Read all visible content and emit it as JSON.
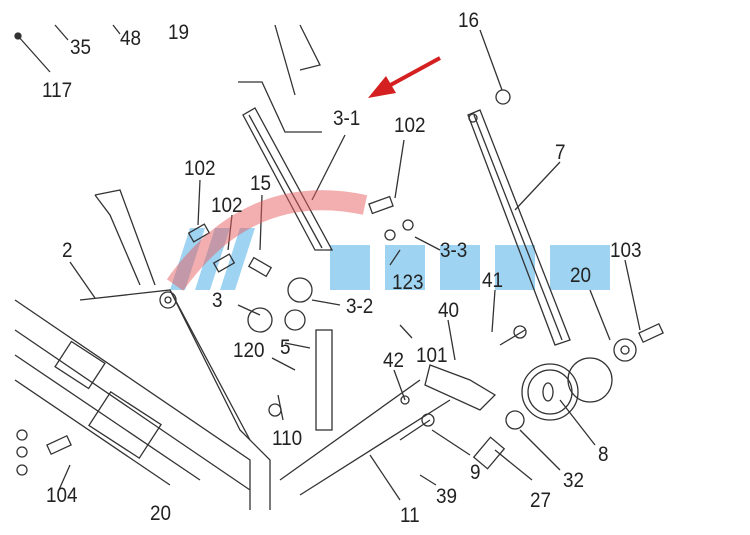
{
  "diagram": {
    "part_labels": [
      "35",
      "48",
      "19",
      "117",
      "16",
      "3-1",
      "102",
      "7",
      "102",
      "15",
      "102",
      "2",
      "3-3",
      "103",
      "123",
      "41",
      "20",
      "3",
      "3-2",
      "40",
      "120",
      "5",
      "101",
      "42",
      "110",
      "8",
      "104",
      "9",
      "32",
      "39",
      "11",
      "27",
      "20"
    ],
    "highlight_arrow_color": "#d42020",
    "watermark_color": "#3fa9e6",
    "watermark_arc_color": "#e86060"
  }
}
